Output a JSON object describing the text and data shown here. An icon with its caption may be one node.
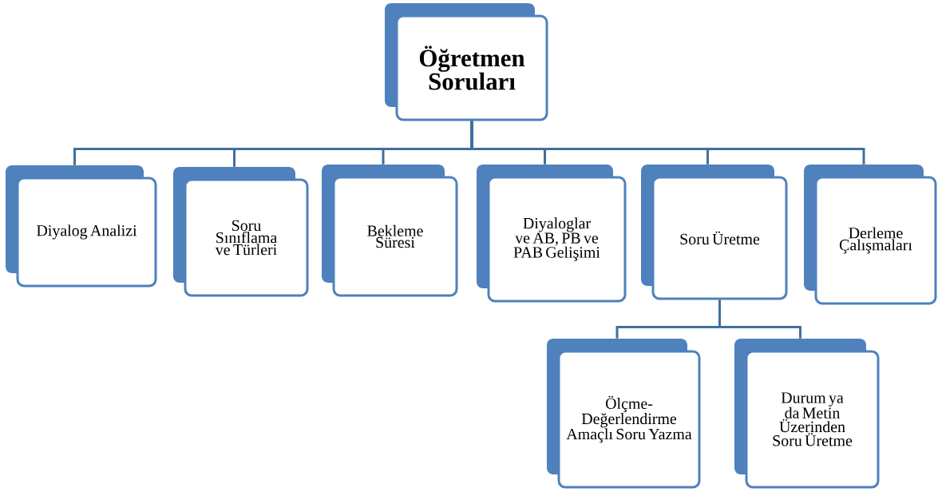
{
  "diagram": {
    "nodes": [
      {
        "text": [
          "Öğretmen Soruları"
        ]
      },
      {
        "text": [
          "Diyalog Analizi"
        ]
      },
      {
        "text": [
          "Soru Sınıflama ve Türleri"
        ]
      },
      {
        "text": [
          "Bekleme Süresi"
        ]
      },
      {
        "text": [
          "Diyaloglar ve AB, PB ve PAB Gelişimi"
        ]
      },
      {
        "text": [
          "Soru Üretme"
        ]
      },
      {
        "text": [
          "Derleme Çalışmaları"
        ]
      },
      {
        "text": [
          "Ölçme-Değerlendirme Amaçlı Soru Yazma"
        ]
      },
      {
        "text": [
          "Durum ya da Metin Üzerinden Soru Üretme"
        ]
      }
    ],
    "edges": [
      {
        "from": 0,
        "to": 1,
        "arrow": "none"
      },
      {
        "from": 0,
        "to": 2,
        "arrow": "none"
      },
      {
        "from": 0,
        "to": 3,
        "arrow": "none"
      },
      {
        "from": 0,
        "to": 4,
        "arrow": "none"
      },
      {
        "from": 0,
        "to": 5,
        "arrow": "none"
      },
      {
        "from": 0,
        "to": 6,
        "arrow": "none"
      },
      {
        "from": 5,
        "to": 7,
        "arrow": "none"
      },
      {
        "from": 5,
        "to": 8,
        "arrow": "none"
      }
    ]
  }
}
